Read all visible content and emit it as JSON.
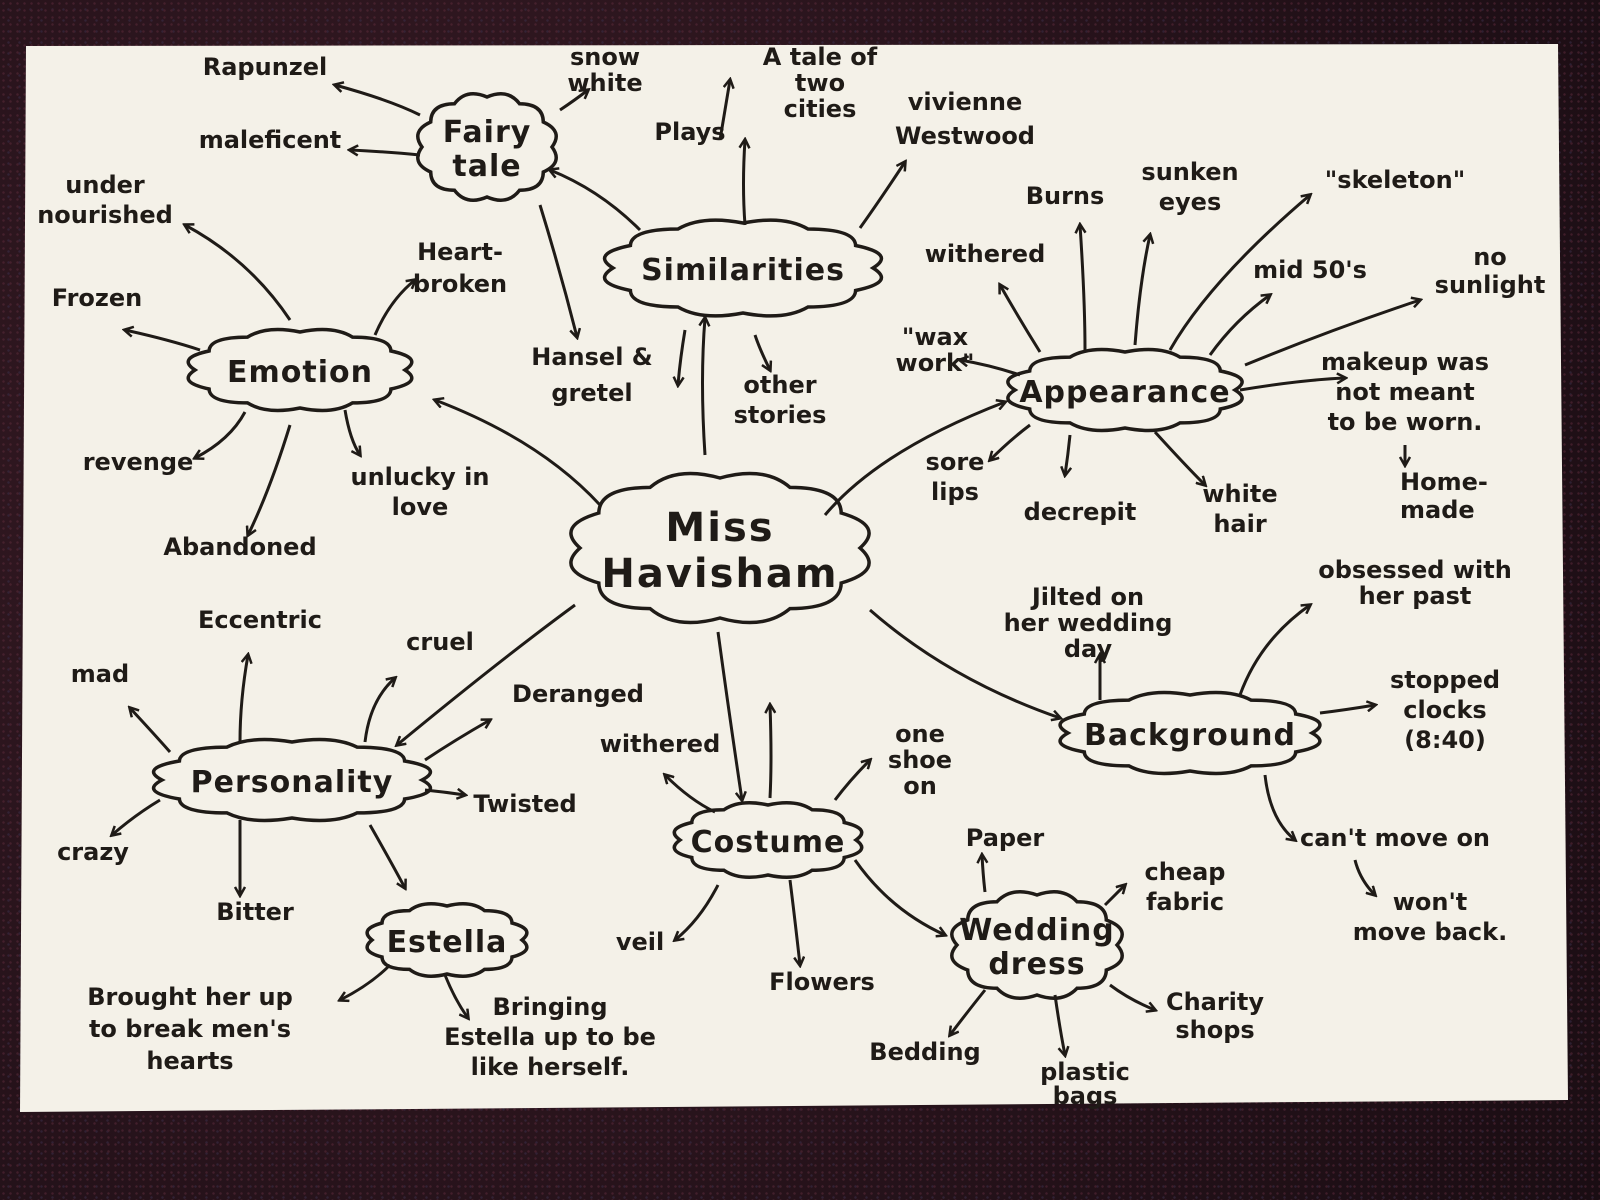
{
  "center": {
    "lines": [
      "Miss",
      "Havisham"
    ]
  },
  "nodes": {
    "similarities": {
      "lines": [
        "Similarities"
      ]
    },
    "fairy_tale": {
      "lines": [
        "Fairy",
        "tale"
      ]
    },
    "emotion": {
      "lines": [
        "Emotion"
      ]
    },
    "appearance": {
      "lines": [
        "Appearance"
      ]
    },
    "personality": {
      "lines": [
        "Personality"
      ]
    },
    "costume": {
      "lines": [
        "Costume"
      ]
    },
    "background": {
      "lines": [
        "Background"
      ]
    },
    "estella": {
      "lines": [
        "Estella"
      ]
    },
    "wedding_dress": {
      "lines": [
        "Wedding",
        "dress"
      ]
    }
  },
  "leaves": {
    "rapunzel": [
      "Rapunzel"
    ],
    "snow_white": [
      "snow",
      "white"
    ],
    "maleficent": [
      "maleficent"
    ],
    "plays": [
      "Plays"
    ],
    "tale_two_cities": [
      "A tale of",
      "two",
      "cities"
    ],
    "vivienne": [
      "vivienne",
      "Westwood"
    ],
    "hansel": [
      "Hansel &",
      "gretel"
    ],
    "other_stories": [
      "other",
      "stories"
    ],
    "under_nourished": [
      "under",
      "nourished"
    ],
    "heart_broken": [
      "Heart-",
      "broken"
    ],
    "frozen": [
      "Frozen"
    ],
    "revenge": [
      "revenge"
    ],
    "unlucky": [
      "unlucky in",
      "love"
    ],
    "abandoned": [
      "Abandoned"
    ],
    "burns": [
      "Burns"
    ],
    "sunken_eyes": [
      "sunken",
      "eyes"
    ],
    "skeleton": [
      "\"skeleton\""
    ],
    "withered_app": [
      "withered"
    ],
    "mid50": [
      "mid 50's"
    ],
    "no_sunlight": [
      "no",
      "sunlight"
    ],
    "wax_work": [
      "\"wax",
      "work\""
    ],
    "makeup": [
      "makeup was",
      "not meant",
      "to be worn."
    ],
    "home_made": [
      "Home-",
      "made"
    ],
    "sore_lips": [
      "sore",
      "lips"
    ],
    "decrepit": [
      "decrepit"
    ],
    "white_hair": [
      "white",
      "hair"
    ],
    "eccentric": [
      "Eccentric"
    ],
    "cruel": [
      "cruel"
    ],
    "mad": [
      "mad"
    ],
    "deranged": [
      "Deranged"
    ],
    "twisted": [
      "Twisted"
    ],
    "crazy": [
      "crazy"
    ],
    "bitter": [
      "Bitter"
    ],
    "brought_up": [
      "Brought her up",
      "to break men's",
      "hearts"
    ],
    "bringing": [
      "Bringing",
      "Estella up to be",
      "like herself."
    ],
    "withered_cos": [
      "withered"
    ],
    "one_shoe": [
      "one",
      "shoe",
      "on"
    ],
    "veil": [
      "veil"
    ],
    "flowers": [
      "Flowers"
    ],
    "paper": [
      "Paper"
    ],
    "cheap_fabric": [
      "cheap",
      "fabric"
    ],
    "bedding": [
      "Bedding"
    ],
    "plastic_bags": [
      "plastic",
      "bags"
    ],
    "charity_shops": [
      "Charity",
      "shops"
    ],
    "jilted": [
      "Jilted on",
      "her wedding",
      "day"
    ],
    "obsessed": [
      "obsessed with",
      "her past"
    ],
    "stopped_clocks": [
      "stopped",
      "clocks",
      "(8:40)"
    ],
    "cant_move_on": [
      "can't move on"
    ],
    "wont_move_back": [
      "won't",
      "move back."
    ]
  },
  "colors": {
    "paper": "#f4f1e8",
    "ink": "#1f1b17",
    "carpet": "#2a1520"
  }
}
